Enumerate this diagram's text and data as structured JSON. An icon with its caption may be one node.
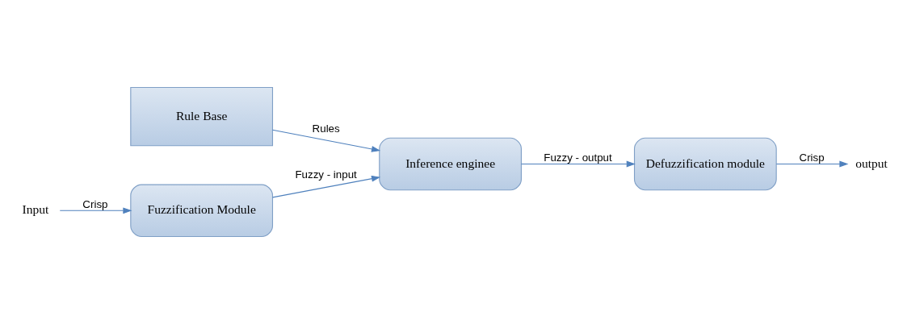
{
  "diagram": {
    "nodes": [
      {
        "text": [
          "Fuzzification Module"
        ]
      },
      {
        "text": [
          "Inference enginee"
        ]
      },
      {
        "text": [
          "Defuzzification module"
        ]
      },
      {
        "text": [
          "Rule Base"
        ]
      },
      {
        "text": [
          "Input"
        ]
      },
      {
        "text": [
          "output"
        ]
      }
    ],
    "edges": [
      {
        "from": 4,
        "to": 0,
        "arrow": "to",
        "label": "Crisp"
      },
      {
        "from": 0,
        "to": 1,
        "arrow": "to",
        "label": "Fuzzy - input"
      },
      {
        "from": 1,
        "to": 2,
        "arrow": "to",
        "label": "Fuzzy - output"
      },
      {
        "from": 3,
        "to": 1,
        "arrow": "to",
        "label": "Rules"
      },
      {
        "from": 2,
        "to": 5,
        "arrow": "to",
        "label": "Crisp"
      }
    ]
  }
}
